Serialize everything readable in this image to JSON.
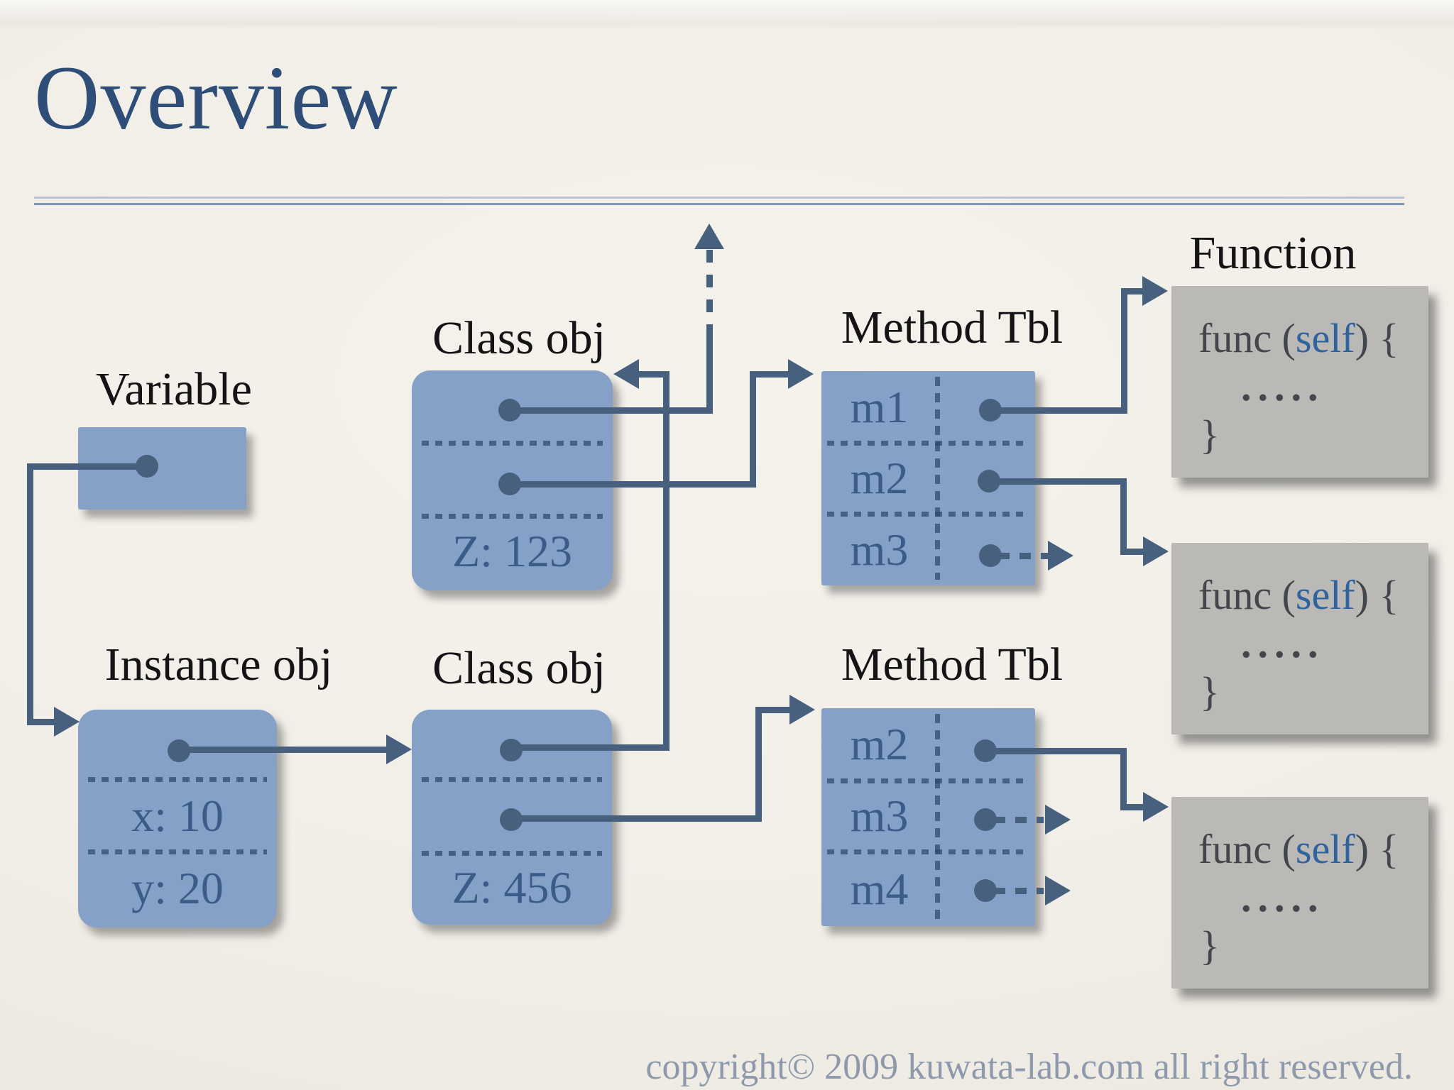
{
  "title": "Overview",
  "labels": {
    "variable": "Variable",
    "instance_obj": "Instance obj",
    "class_obj_top": "Class obj",
    "class_obj_bottom": "Class obj",
    "method_tbl_top": "Method Tbl",
    "method_tbl_bottom": "Method Tbl",
    "function": "Function"
  },
  "instance_obj": {
    "field1": "x: 10",
    "field2": "y: 20"
  },
  "class_obj_top": {
    "class_var": "Z: 123"
  },
  "class_obj_bottom": {
    "class_var": "Z: 456"
  },
  "method_tbl_top": {
    "rows": [
      {
        "name": "m1",
        "pointer": "solid-arrow-to-function-1"
      },
      {
        "name": "m2",
        "pointer": "solid-arrow-to-function-2"
      },
      {
        "name": "m3",
        "pointer": "dashed-null-arrow"
      }
    ]
  },
  "method_tbl_bottom": {
    "rows": [
      {
        "name": "m2",
        "pointer": "solid-arrow-to-function-3"
      },
      {
        "name": "m3",
        "pointer": "dashed-null-arrow"
      },
      {
        "name": "m4",
        "pointer": "dashed-null-arrow"
      }
    ]
  },
  "function_box": {
    "line1_prefix": "func (",
    "param": "self",
    "line1_suffix": ") {",
    "body": ".....",
    "close": "}"
  },
  "footer": {
    "copyright": "copyright© 2009 kuwata-lab.com all right reserved."
  },
  "colors": {
    "background": "#f1eee7",
    "title_blue": "#2e4e78",
    "box_blue": "#85a1c7",
    "pointer_line": "#46607e",
    "box_text_blue": "#3b5c88",
    "function_box_gray": "#bab9b6",
    "function_text_gray": "#43464b",
    "self_blue": "#2e639e",
    "copyright_gray": "#8e99ac"
  }
}
